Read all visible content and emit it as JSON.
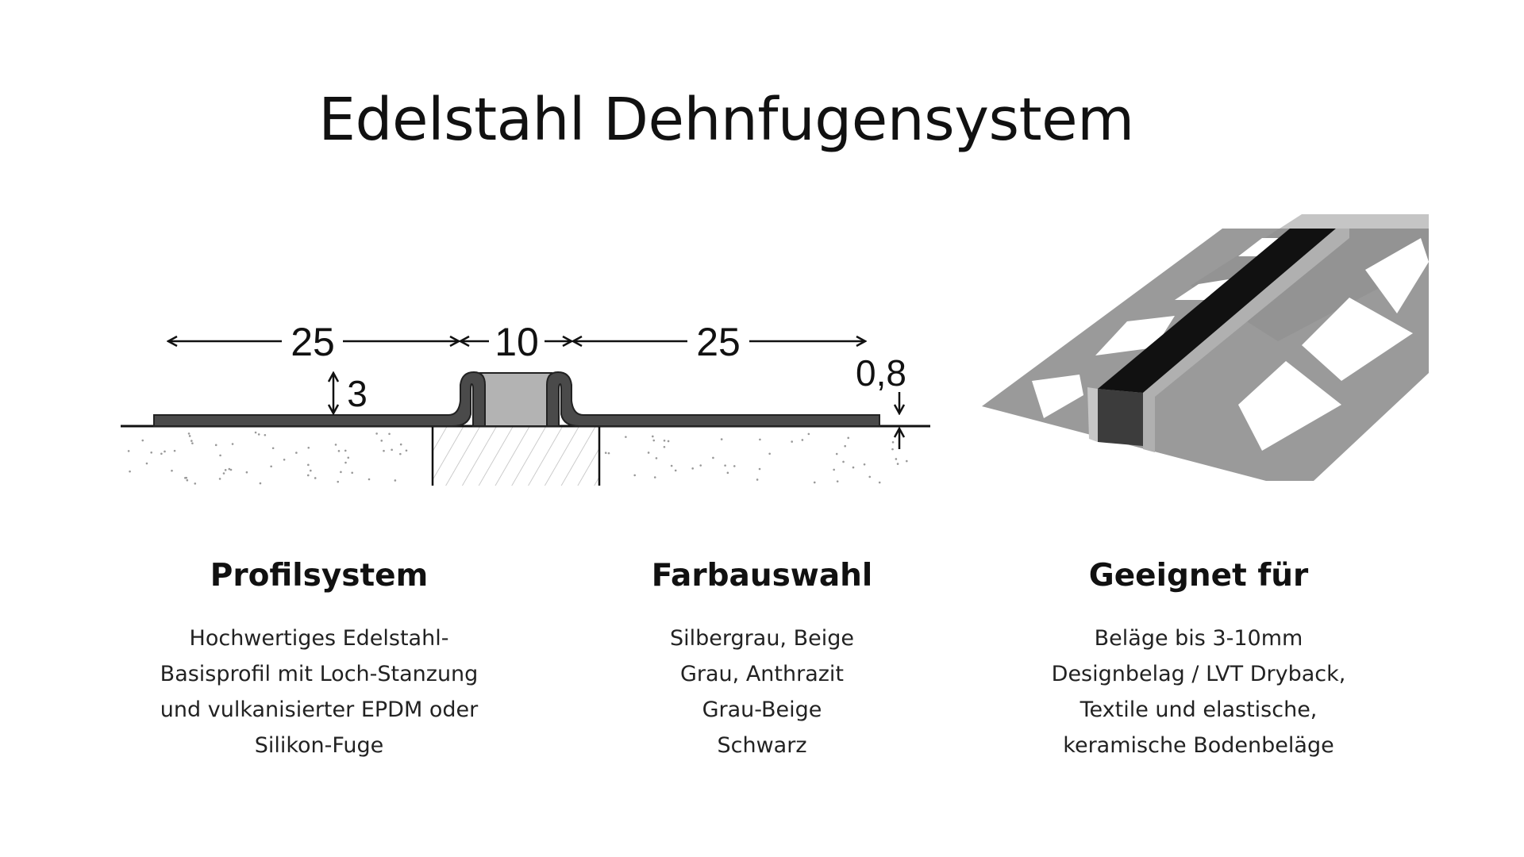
{
  "title": "Edelstahl Dehnfugensystem",
  "diagram": {
    "dim_left": "25",
    "dim_center": "10",
    "dim_right": "25",
    "dim_height": "3",
    "dim_thickness": "0,8"
  },
  "columns": [
    {
      "heading": "Profilsystem",
      "lines": [
        "Hochwertiges Edelstahl-",
        "Basisprofil mit Loch-Stanzung",
        "und vulkanisierter EPDM oder",
        "Silikon-Fuge"
      ]
    },
    {
      "heading": "Farbauswahl",
      "lines": [
        "Silbergrau, Beige",
        "Grau, Anthrazit",
        "Grau-Beige",
        "Schwarz"
      ]
    },
    {
      "heading": "Geeignet für",
      "lines": [
        "Beläge bis 3-10mm",
        "Designbelag / LVT Dryback,",
        "Textile und elastische,",
        "keramische Bodenbeläge"
      ]
    }
  ],
  "colors": {
    "profile": "#4a4a4a",
    "joint": "#b3b3b3",
    "steel": "#9a9a9a",
    "insert": "#111111"
  }
}
